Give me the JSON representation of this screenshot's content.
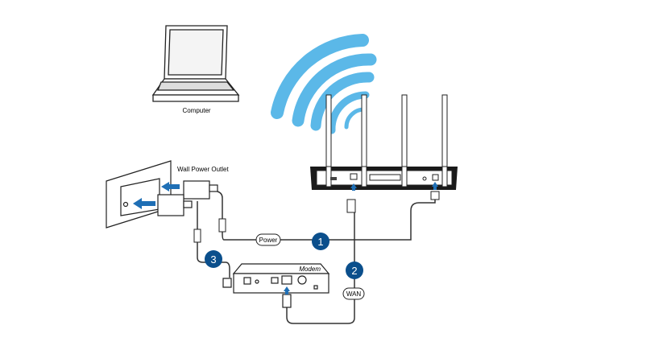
{
  "labels": {
    "computer": "Computer",
    "wall_outlet": "Wall Power Outlet",
    "power": "Power",
    "modem": "Modem",
    "wan": "WAN"
  },
  "steps": [
    "1",
    "2",
    "3"
  ],
  "colors": {
    "step_badge": "#0b4f8c",
    "wifi": "#5bb8e8",
    "arrow": "#1f6fb5",
    "router_body": "#1a1a1a",
    "line": "#333333"
  }
}
